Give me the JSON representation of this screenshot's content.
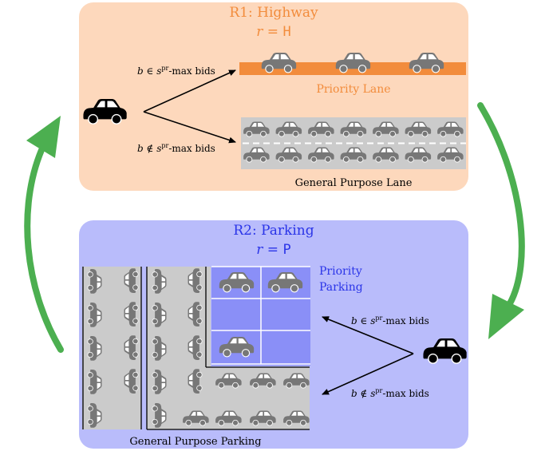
{
  "colors": {
    "highway_bg": "#fdd8bc",
    "highway_accent": "#f28c3c",
    "parking_bg": "#b9bcfb",
    "parking_accent": "#2b35e8",
    "priority_cell": "#8a8ff7",
    "gray_lane": "#cbcbcb",
    "car_gray": "#777777",
    "car_black": "#000000",
    "cycle_arrow": "#4caf50"
  },
  "highway": {
    "title": "R1: Highway",
    "role_var": "r",
    "role_eq": " = ",
    "role_val": "H",
    "priority_label": "Priority Lane",
    "general_label": "General Purpose Lane",
    "upper_bid_label": "b ∈ s",
    "lower_bid_label": "b ∉ s",
    "bid_sup": "pr",
    "bid_suffix": "-max bids"
  },
  "parking": {
    "title": "R2: Parking",
    "role_var": "r",
    "role_eq": " = ",
    "role_val": "P",
    "priority_label_line1": "Priority",
    "priority_label_line2": "Parking",
    "general_label": "General Purpose Parking",
    "upper_bid_label": "b ∈ s",
    "lower_bid_label": "b ∉ s",
    "bid_sup": "pr",
    "bid_suffix": "-max bids"
  },
  "icons": [
    "car-icon",
    "arrow-icon",
    "cycle-arrow-icon"
  ]
}
